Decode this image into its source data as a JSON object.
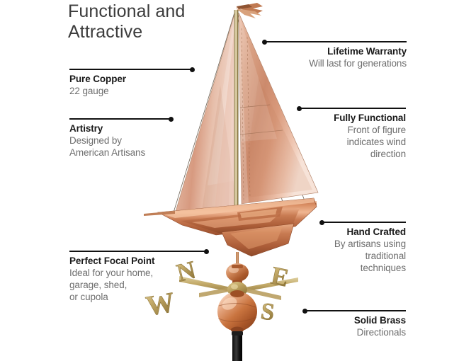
{
  "title": "Functional and\nAttractive",
  "background_color": "#ffffff",
  "colors": {
    "heading_text": "#1a1a1a",
    "body_text": "#6e6e6e",
    "title_text": "#3c3c3c",
    "rule": "#111111",
    "copper_dark": "#a8552f",
    "copper_mid": "#c87850",
    "copper_light": "#e8b095",
    "sail_light": "#f0cbbb",
    "brass": "#c9b072",
    "brass_dark": "#9c8243",
    "rod_black": "#141414"
  },
  "product": {
    "name": "copper-sailboat-weathervane",
    "parts": [
      "masthead-pennant",
      "mast",
      "jib-sail",
      "mainsail",
      "hull",
      "compass-directionals",
      "copper-sphere",
      "mounting-rod"
    ],
    "directionals": [
      "N",
      "S",
      "E",
      "W"
    ]
  },
  "callouts": [
    {
      "id": "pure-copper",
      "side": "left",
      "heading": "Pure Copper",
      "body": "22 gauge"
    },
    {
      "id": "artistry",
      "side": "left",
      "heading": "Artistry",
      "body": "Designed by\nAmerican Artisans"
    },
    {
      "id": "perfect-focal-point",
      "side": "left",
      "heading": "Perfect Focal Point",
      "body": "Ideal for your home,\ngarage, shed,\nor cupola"
    },
    {
      "id": "lifetime-warranty",
      "side": "right",
      "heading": "Lifetime Warranty",
      "body": "Will last for generations"
    },
    {
      "id": "fully-functional",
      "side": "right",
      "heading": "Fully Functional",
      "body": "Front of figure\nindicates wind\ndirection"
    },
    {
      "id": "hand-crafted",
      "side": "right",
      "heading": "Hand Crafted",
      "body": "By artisans using\ntraditional techniques"
    },
    {
      "id": "solid-brass",
      "side": "right",
      "heading": "Solid Brass",
      "body": "Directionals"
    }
  ]
}
